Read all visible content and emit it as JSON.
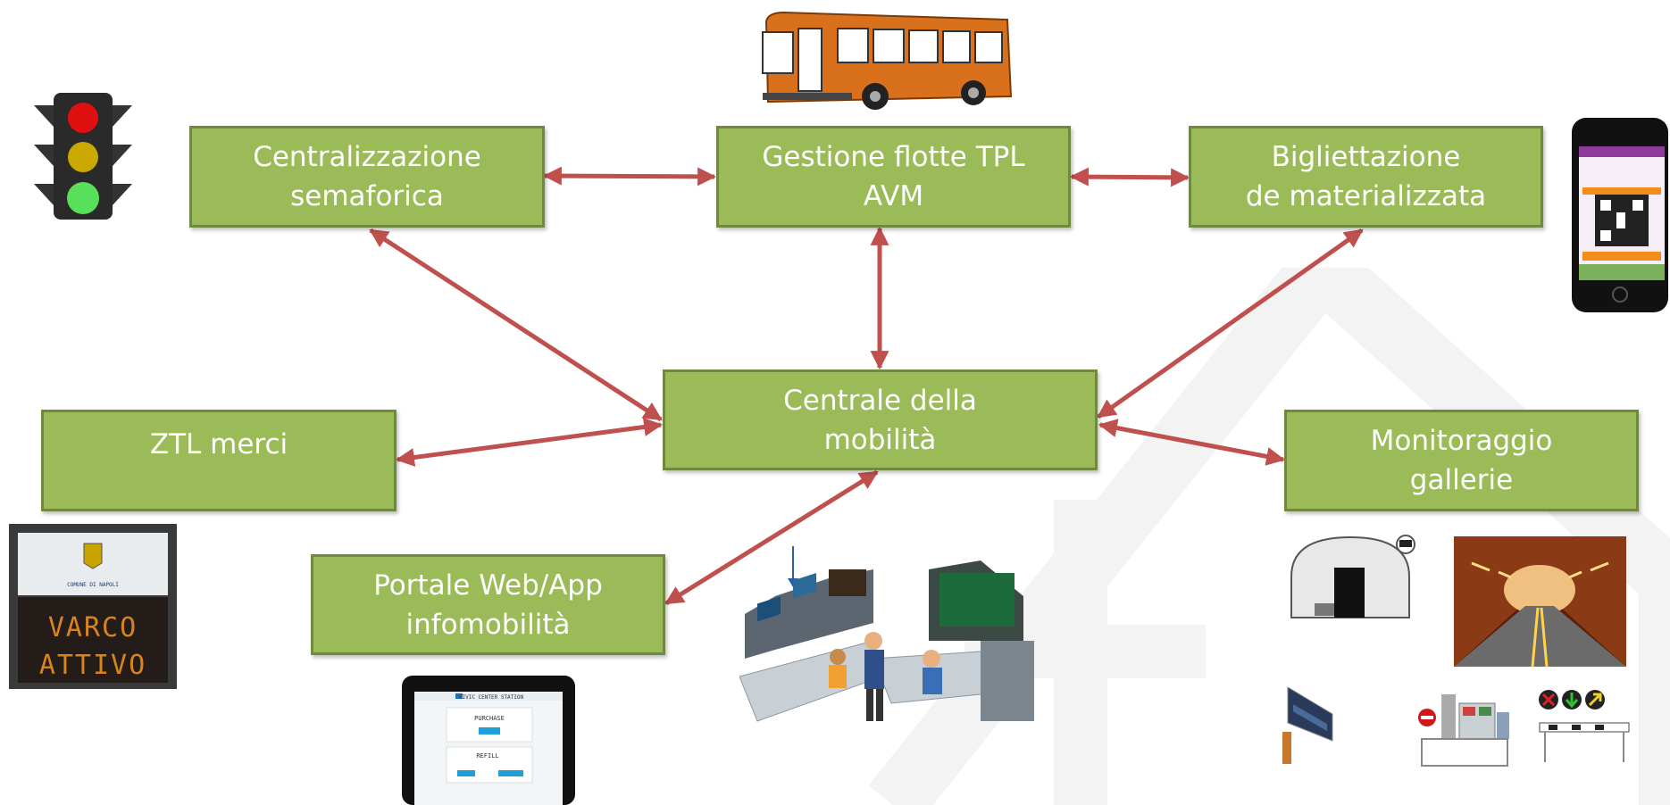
{
  "diagram": {
    "nodes": [
      {
        "id": "centralizzazione",
        "label": "Centralizzazione\nsemaforica"
      },
      {
        "id": "gestione",
        "label": "Gestione flotte TPL\nAVM"
      },
      {
        "id": "bigliettazione",
        "label": "Bigliettazione\nde materializzata"
      },
      {
        "id": "centrale",
        "label": "Centrale della\nmobilità"
      },
      {
        "id": "ztl",
        "label": "ZTL merci"
      },
      {
        "id": "monitoraggio",
        "label": "Monitoraggio\ngallerie"
      },
      {
        "id": "portale",
        "label": "Portale Web/App\ninfomobilità"
      }
    ],
    "edges": [
      {
        "from": "centralizzazione",
        "to": "gestione",
        "bidirectional": true
      },
      {
        "from": "gestione",
        "to": "bigliettazione",
        "bidirectional": true
      },
      {
        "from": "gestione",
        "to": "centrale",
        "bidirectional": true
      },
      {
        "from": "centralizzazione",
        "to": "centrale",
        "bidirectional": true
      },
      {
        "from": "bigliettazione",
        "to": "centrale",
        "bidirectional": true
      },
      {
        "from": "ztl",
        "to": "centrale",
        "bidirectional": true
      },
      {
        "from": "monitoraggio",
        "to": "centrale",
        "bidirectional": true
      },
      {
        "from": "portale",
        "to": "centrale",
        "bidirectional": true
      }
    ]
  },
  "colors": {
    "box_fill": "#9bbb59",
    "box_border": "#71893f",
    "arrow": "#c0504d",
    "text": "#ffffff"
  },
  "illustrations": {
    "traffic_light": "traffic-light",
    "bus": "bus",
    "smartphone": "smartphone-qr-ticket",
    "varco_sign": {
      "logo_text": "COMUNE DI NAPOLI",
      "line1": "VARCO",
      "line2": "ATTIVO"
    },
    "tablet": {
      "header": "CIVIC CENTER STATION",
      "section1": "PURCHASE",
      "section2": "REFILL"
    },
    "control_room": "control-room",
    "tunnel": "tunnel-photo"
  }
}
